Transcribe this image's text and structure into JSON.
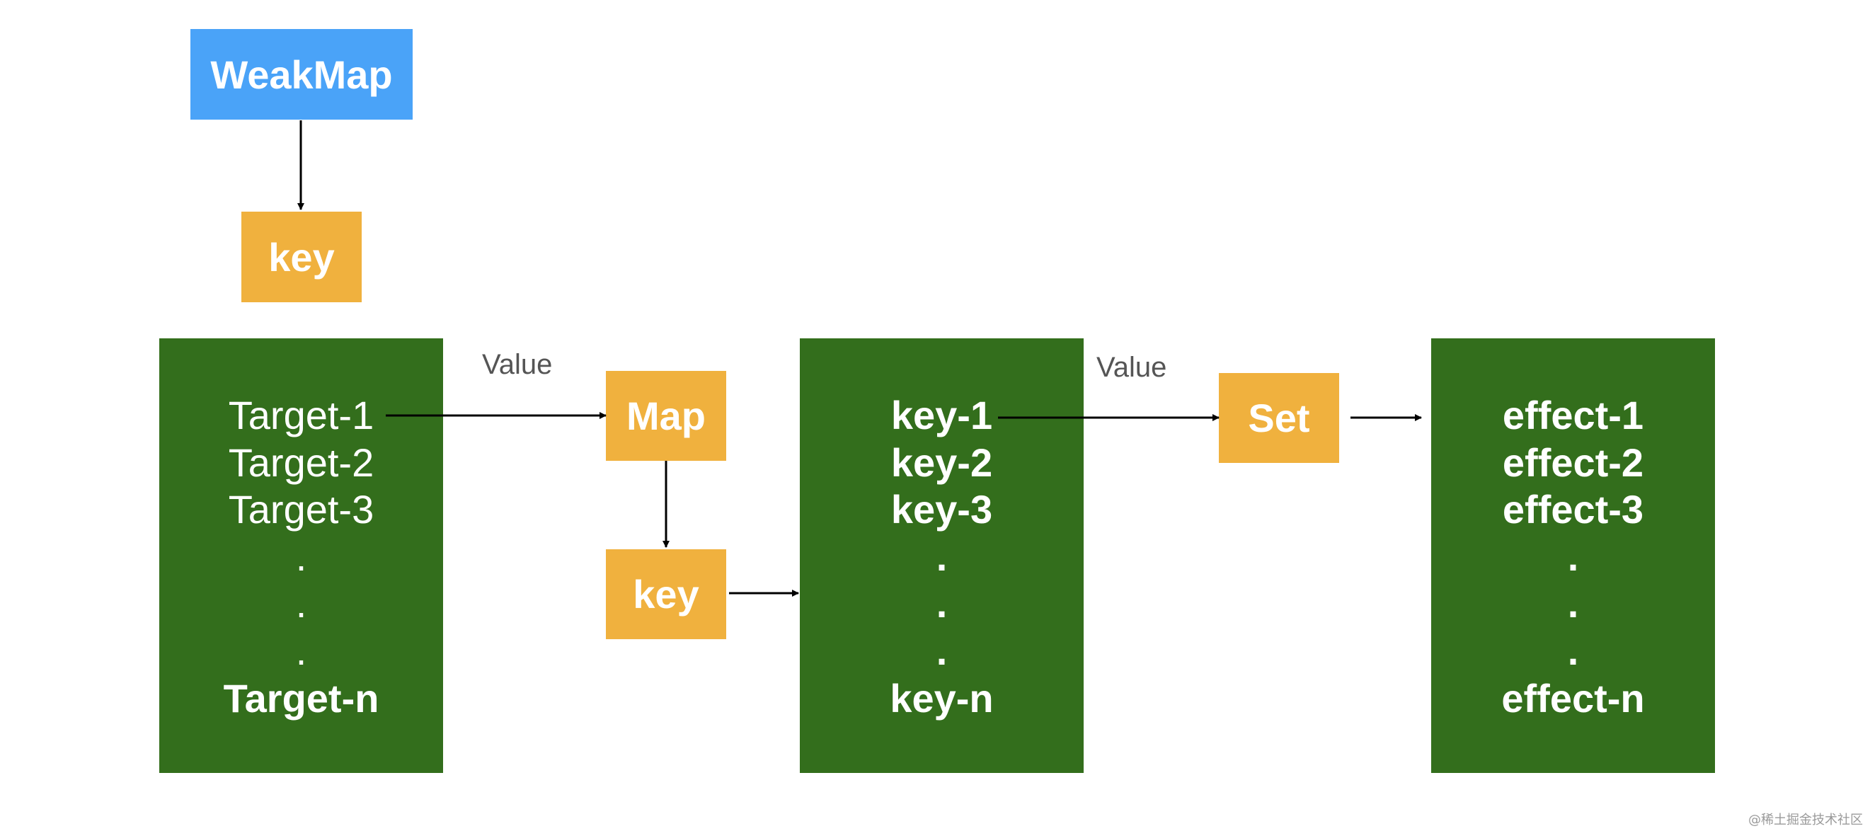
{
  "nodes": {
    "weakmap": "WeakMap",
    "weakmap_key": "key",
    "map": "Map",
    "map_key": "key",
    "set": "Set"
  },
  "edge_labels": {
    "target_to_map": "Value",
    "key_to_set": "Value"
  },
  "targets": [
    "Target-1",
    "Target-2",
    "Target-3",
    ".",
    ".",
    ".",
    "Target-n"
  ],
  "keys": [
    "key-1",
    "key-2",
    "key-3",
    ".",
    ".",
    ".",
    "key-n"
  ],
  "effects": [
    "effect-1",
    "effect-2",
    "effect-3",
    ".",
    ".",
    ".",
    "effect-n"
  ],
  "colors": {
    "weakmap_box": "#4aa3f8",
    "key_box": "#f0b13e",
    "list_box": "#336e1c",
    "arrow": "#000000"
  },
  "watermark": "@稀土掘金技术社区"
}
